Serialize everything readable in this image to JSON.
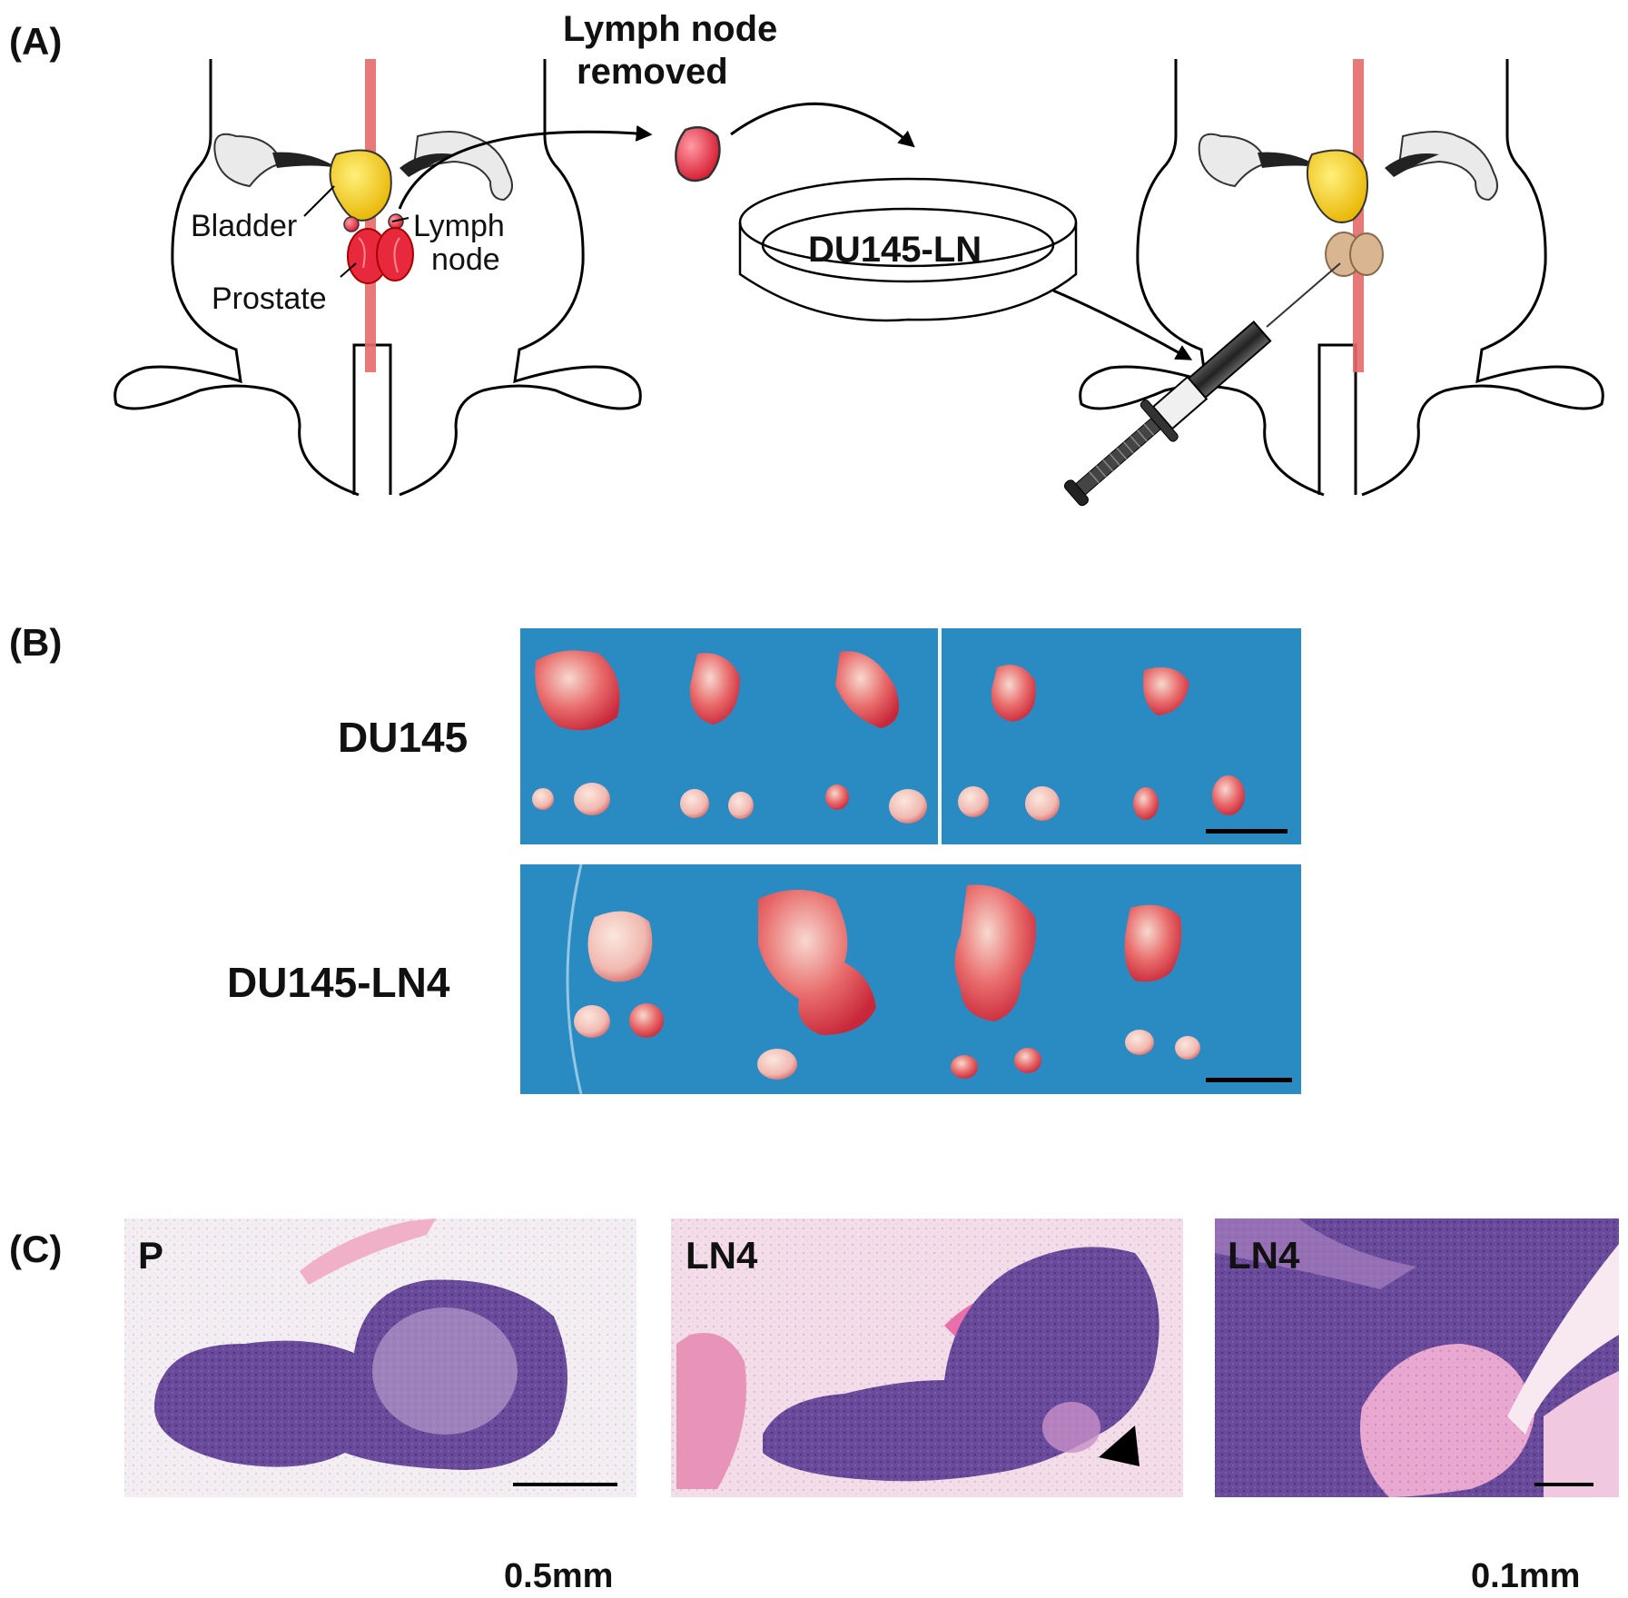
{
  "panels": {
    "a": {
      "letter": "(A)",
      "lymph_removed_line1": "Lymph node",
      "lymph_removed_line2": "removed",
      "bladder": "Bladder",
      "lymph_line1": "Lymph",
      "lymph_line2": "node",
      "prostate": "Prostate",
      "dish_label": "DU145-LN"
    },
    "b": {
      "letter": "(B)",
      "row1_label": "DU145",
      "row2_label": "DU145-LN4"
    },
    "c": {
      "letter": "(C)",
      "img1_label": "P",
      "img2_label": "LN4",
      "img3_label": "LN4",
      "scale1": "0.5mm",
      "scale2": "0.1mm"
    }
  },
  "colors": {
    "bladder": "#f5d02a",
    "prostate": "#e8283c",
    "prostate_injected": "#d9b592",
    "artery": "#e46a6a",
    "photo_bg": "#2a8bc2",
    "tissue_pink": "#f2c4d8",
    "tissue_purple": "#6a4a9a"
  }
}
